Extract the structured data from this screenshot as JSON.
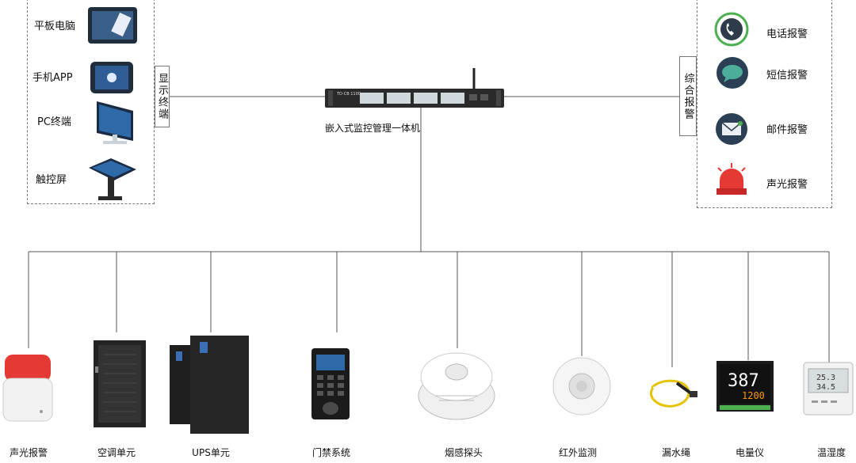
{
  "display_group": {
    "title": "显示终端",
    "items": [
      {
        "label": "平板电脑",
        "icon": "tablet-icon"
      },
      {
        "label": "手机APP",
        "icon": "mobile-app-icon"
      },
      {
        "label": "PC终端",
        "icon": "monitor-icon"
      },
      {
        "label": "触控屏",
        "icon": "touch-kiosk-icon"
      }
    ]
  },
  "alarm_group": {
    "title": "综合报警",
    "items": [
      {
        "label": "电话报警",
        "icon": "phone-icon"
      },
      {
        "label": "短信报警",
        "icon": "sms-bubble-icon"
      },
      {
        "label": "邮件报警",
        "icon": "email-icon"
      },
      {
        "label": "声光报警",
        "icon": "alarm-light-icon"
      }
    ]
  },
  "hub": {
    "label": "嵌入式监控管理一体机",
    "device_text": "TD-CB 1100"
  },
  "devices": [
    {
      "label": "声光报警",
      "icon": "siren-icon"
    },
    {
      "label": "空调单元",
      "icon": "ac-cabinet-icon"
    },
    {
      "label": "UPS单元",
      "icon": "ups-icon"
    },
    {
      "label": "门禁系统",
      "icon": "access-control-icon"
    },
    {
      "label": "烟感探头",
      "icon": "smoke-detector-icon"
    },
    {
      "label": "红外监测",
      "icon": "infrared-sensor-icon"
    },
    {
      "label": "漏水绳",
      "icon": "leak-rope-icon"
    },
    {
      "label": "电量仪",
      "icon": "power-meter-icon"
    },
    {
      "label": "温湿度",
      "icon": "temp-humidity-icon"
    }
  ],
  "meter_readings": {
    "top": "387",
    "bottom": "1200"
  },
  "th_readings": {
    "top": "25.3",
    "bottom": "34.5"
  },
  "colors": {
    "line": "#555555",
    "dash": "#777777",
    "phone_green": "#4caf50",
    "sms_teal": "#4cae9a",
    "mail_navy": "#2b3f55",
    "alarm_red": "#e53935",
    "meter_orange": "#ff9800",
    "meter_green": "#4caf50"
  }
}
